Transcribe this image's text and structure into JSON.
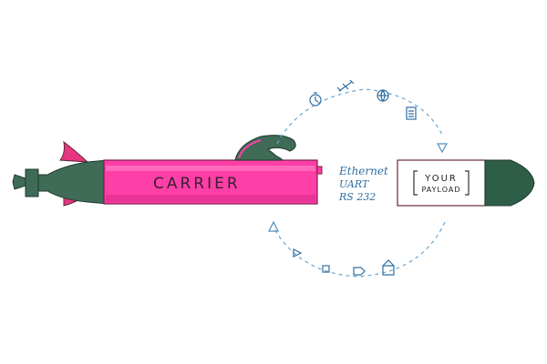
{
  "carrier": {
    "label": "CARRIER",
    "color": "#ff3fa8",
    "dark_color": "#3f6b57"
  },
  "interfaces": {
    "line1": "Ethernet",
    "line2": "UART",
    "line3": "RS 232",
    "color": "#2e6fa3"
  },
  "payload": {
    "line1": "YOUR",
    "line2": "PAYLOAD",
    "nose_color": "#2f5e48"
  },
  "cycle": {
    "line_color": "#6aa6cf",
    "top_icons": [
      "timer-icon",
      "satellite-icon",
      "globe-icon",
      "document-icon"
    ],
    "bottom_icons": [
      "triangle-icon",
      "square-icon",
      "tag-icon",
      "box-icon"
    ]
  }
}
